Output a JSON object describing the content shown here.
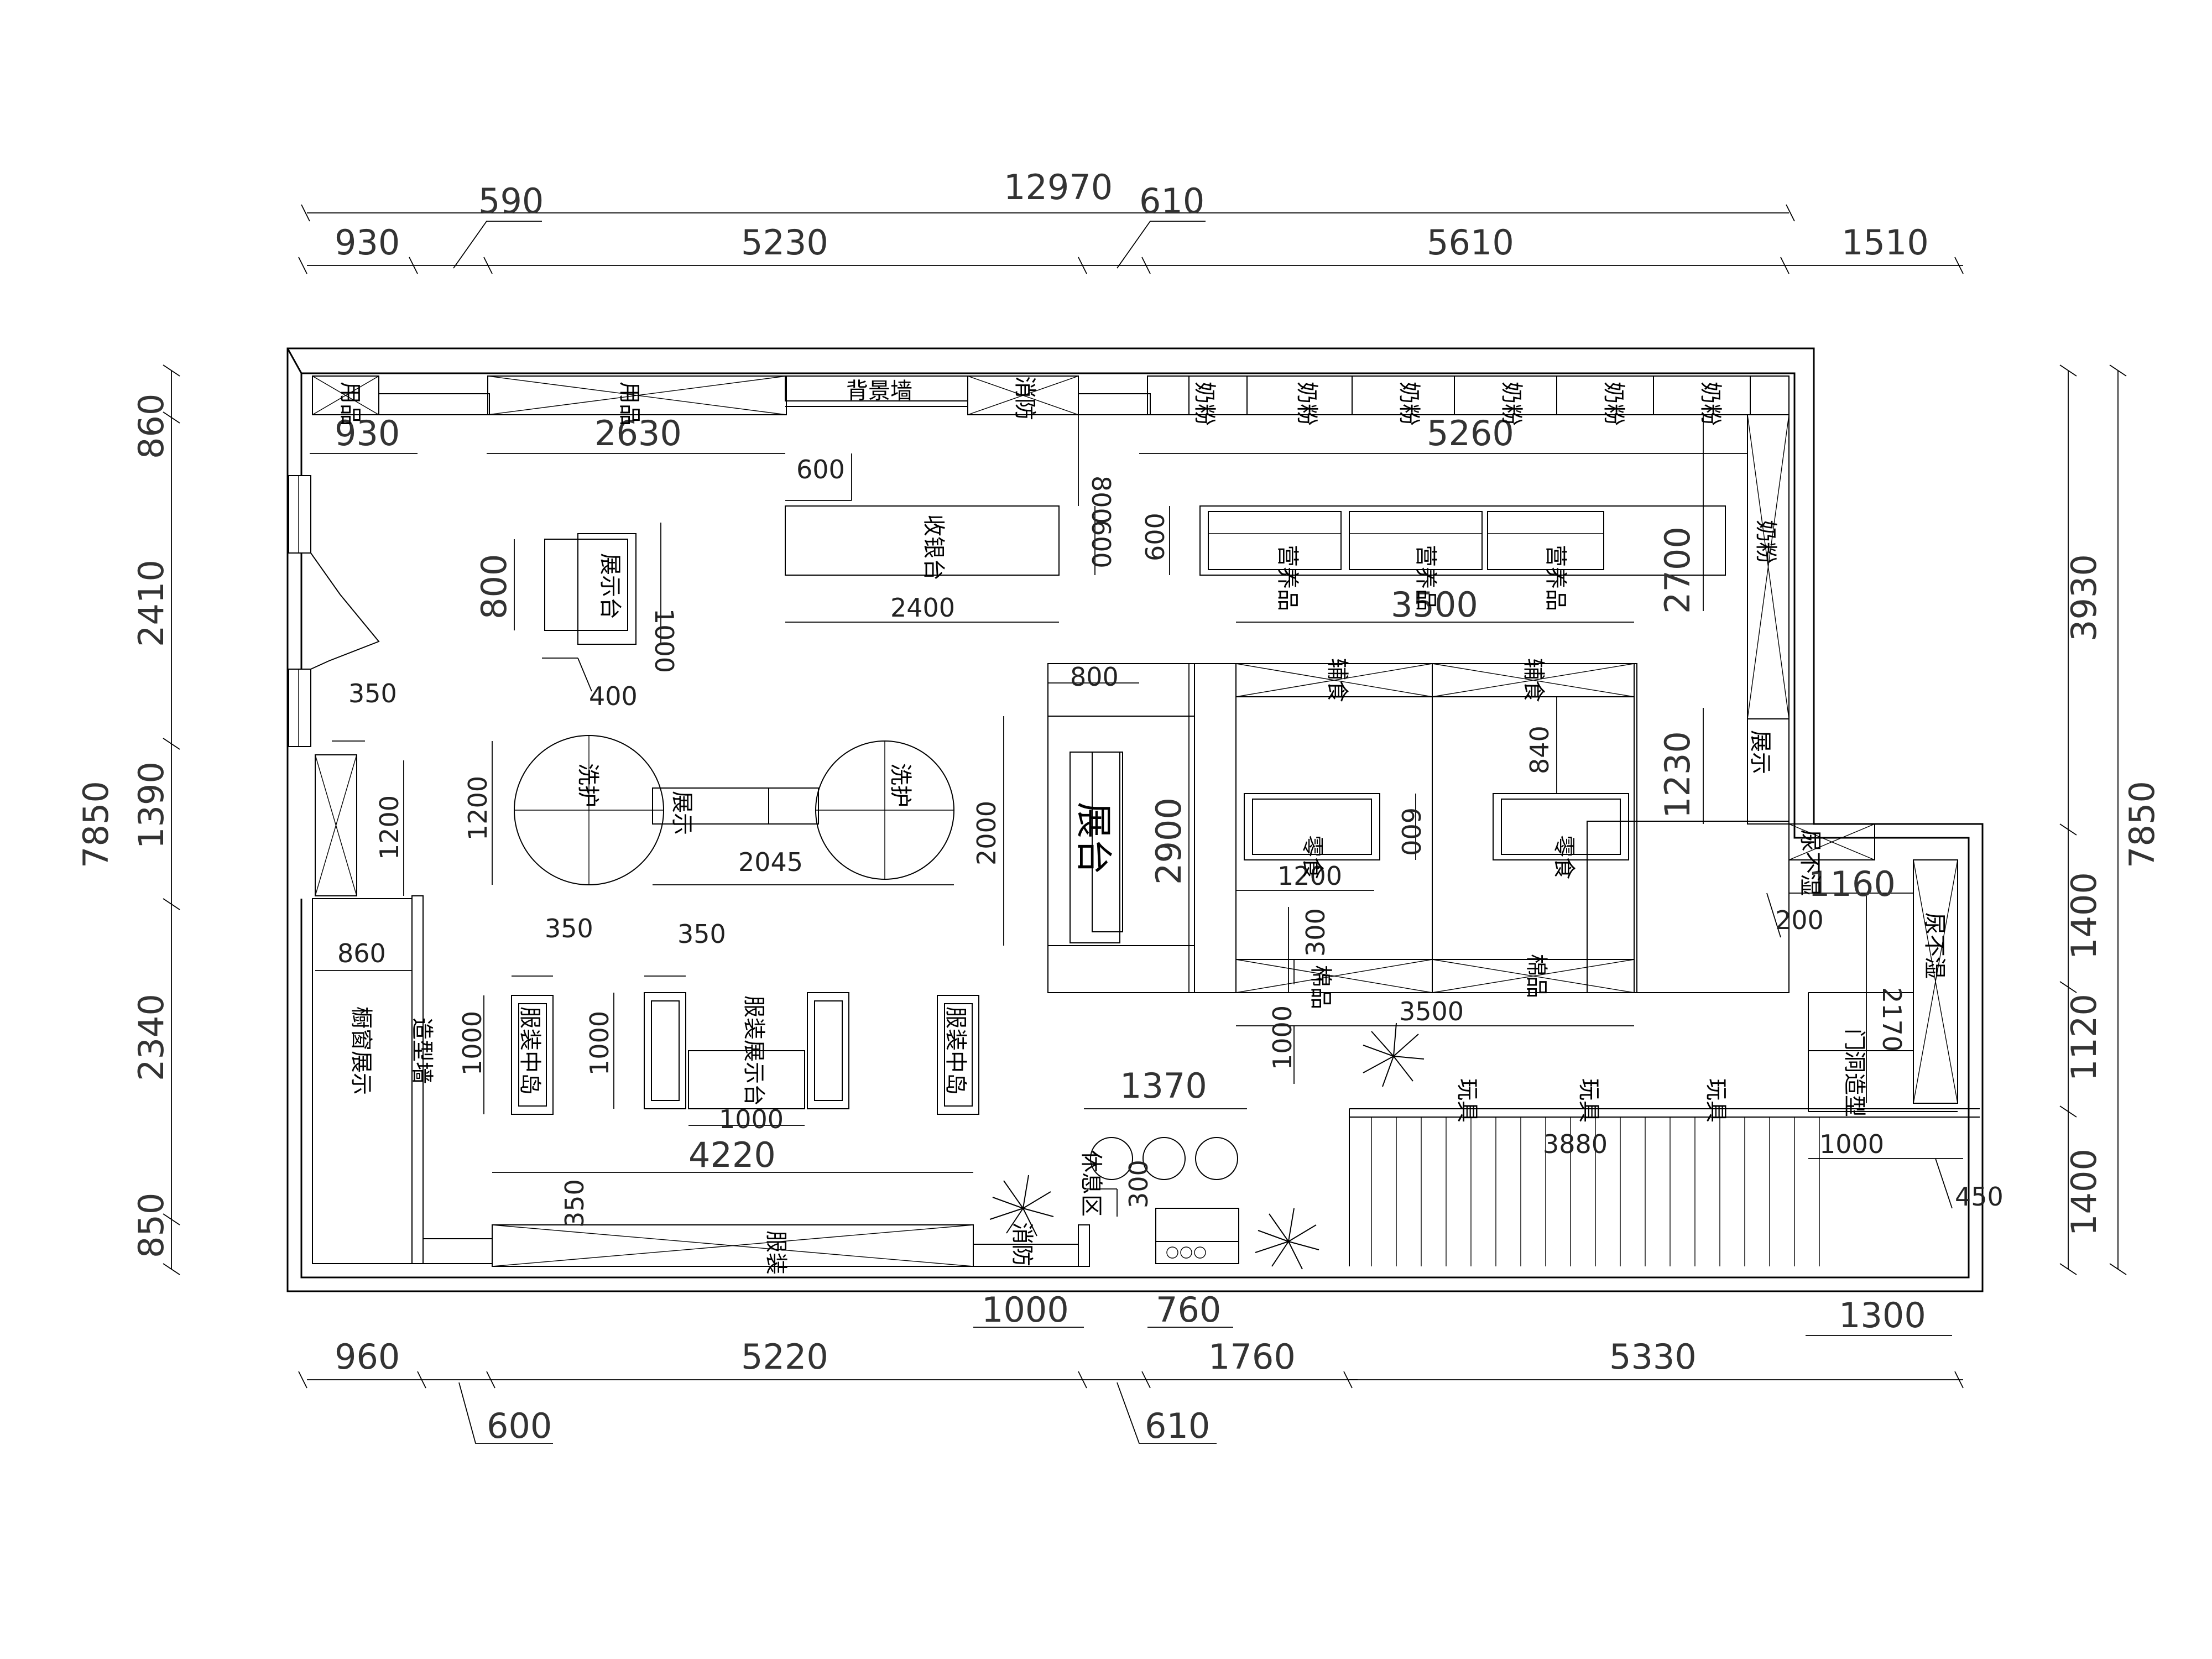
{
  "dims": {
    "top_total": "12970",
    "top_590": "590",
    "top_610": "610",
    "top_930": "930",
    "top_5230": "5230",
    "top_5610": "5610",
    "top_1510": "1510",
    "left_total": "7850",
    "left_860": "860",
    "left_2410": "2410",
    "left_1390": "1390",
    "left_2340": "2340",
    "left_850": "850",
    "right_total": "7850",
    "right_3930": "3930",
    "right_1400a": "1400",
    "right_1120": "1120",
    "right_1400b": "1400",
    "bottom_960": "960",
    "bottom_5220": "5220",
    "bottom_1760": "1760",
    "bottom_5330": "5330",
    "bottom_600": "600",
    "bottom_610": "610",
    "bottom_1000": "1000",
    "bottom_760": "760",
    "bottom_1300": "1300",
    "in_930": "930",
    "in_2630": "2630",
    "in_5260": "5260",
    "in_600": "600",
    "in_800a": "800",
    "in_600v": "600",
    "in_600s": "600",
    "in_2400": "2400",
    "in_3500a": "3500",
    "in_2700": "2700",
    "in_800b": "800",
    "in_1000a": "1000",
    "in_400": "400",
    "in_350a": "350",
    "in_1200a": "1200",
    "in_1200b": "1200",
    "in_2045": "2045",
    "in_800c": "800",
    "in_2000": "2000",
    "in_2900": "2900",
    "in_840": "840",
    "in_600c": "600",
    "in_1200c": "1200",
    "in_1230": "1230",
    "in_1160": "1160",
    "in_200": "200",
    "in_300a": "300",
    "in_3500b": "3500",
    "in_2170": "2170",
    "in_860": "860",
    "in_350b": "350",
    "in_350c": "350",
    "in_1000b": "1000",
    "in_1000c": "1000",
    "in_1000d": "1000",
    "in_4220": "4220",
    "in_1370": "1370",
    "in_1000e": "1000",
    "in_3880": "3880",
    "in_1000f": "1000",
    "in_450": "450",
    "in_350d": "350",
    "in_300b": "300"
  },
  "labels": {
    "yongpin_1": "用品",
    "yongpin_2": "用品",
    "beijingqiang": "背景墙",
    "xiaofang_top": "消防",
    "naifen": "奶粉",
    "naifen_side": "奶粉",
    "shouyintai": "收银台",
    "yingyangpin": "营养品",
    "zhanshitai": "展示台",
    "fushi": "辅食",
    "xihu": "洗护",
    "zhanshi": "展示",
    "zhantai": "展台",
    "zhanshi_side": "展示",
    "lingshi": "零食",
    "niaobushi_1": "尿不湿",
    "niaobushi_2": "尿不湿",
    "mianpin": "棉品",
    "chuchuang": "橱窗展示",
    "zaoxingqiang": "造型墙",
    "fuzhuang_zhongdao": "服装中岛",
    "fuzhuang_zhanshitai": "服装展示台",
    "fuzhuang": "服装",
    "xiuxiqu": "休息区",
    "wanju": "玩具",
    "xiaofang_bottom": "消防",
    "mendong": "门洞造型"
  }
}
